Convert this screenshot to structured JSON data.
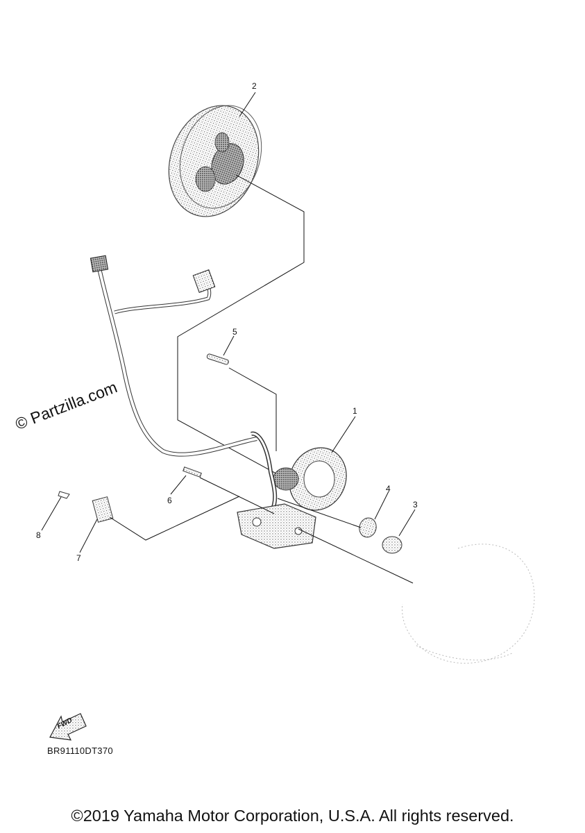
{
  "diagram": {
    "callouts": [
      {
        "id": "callout-1",
        "label": "1"
      },
      {
        "id": "callout-2",
        "label": "2"
      },
      {
        "id": "callout-3",
        "label": "3"
      },
      {
        "id": "callout-4",
        "label": "4"
      },
      {
        "id": "callout-5",
        "label": "5"
      },
      {
        "id": "callout-6",
        "label": "6"
      },
      {
        "id": "callout-7",
        "label": "7"
      },
      {
        "id": "callout-8",
        "label": "8"
      }
    ],
    "watermark": "© Partzilla.com",
    "fwd_label": "FWD",
    "diagram_code": "BR91110DT370"
  },
  "footer": {
    "copyright": "©2019 Yamaha Motor Corporation, U.S.A. All rights reserved."
  }
}
